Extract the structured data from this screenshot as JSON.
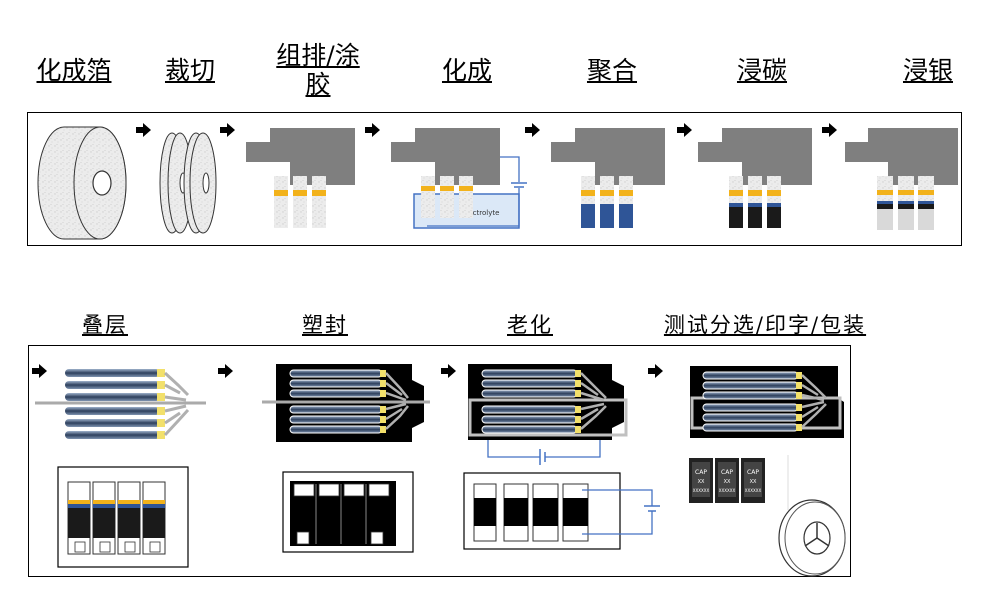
{
  "top_steps": [
    {
      "label": "化成箔"
    },
    {
      "label": "裁切"
    },
    {
      "label": "组排/涂"
    },
    {
      "label": "胶"
    },
    {
      "label": "化成"
    },
    {
      "label": "聚合"
    },
    {
      "label": "浸碳"
    },
    {
      "label": "浸银"
    }
  ],
  "bottom_steps": [
    {
      "label": "叠层"
    },
    {
      "label": "塑封"
    },
    {
      "label": "老化"
    },
    {
      "label": "测试分选/印字/包装"
    }
  ],
  "electrolyte_label": "Electrolyte",
  "cap_labels": [
    {
      "line1": "CAP",
      "line2": "XX",
      "line3": "XXXXXX"
    },
    {
      "line1": "CAP",
      "line2": "XX",
      "line3": "XXXXXX"
    },
    {
      "line1": "CAP",
      "line2": "XX",
      "line3": "XXXXXX"
    }
  ],
  "colors": {
    "foil_gray": "#e6e6e6",
    "block_gray": "#7f7f7f",
    "tape_yellow": "#f2b21b",
    "polymer_blue": "#2f5597",
    "carbon_black": "#1a1a1a",
    "silver_gray": "#d9d9d9",
    "electrolyte_blue": "#dbe8f7",
    "wire_blue": "#4472c4"
  },
  "icons": [
    "arrow-right-icon",
    "reel-icon"
  ]
}
